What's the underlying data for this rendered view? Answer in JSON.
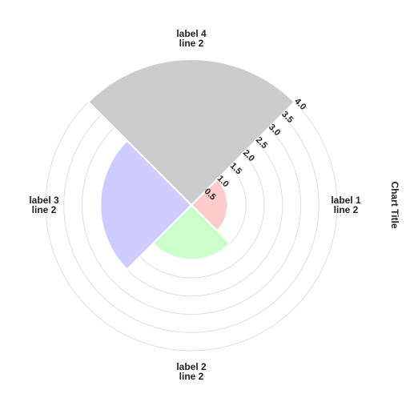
{
  "chart_data": {
    "type": "polar-area",
    "title": "Chart Title",
    "categories": [
      [
        "label 1",
        "line 2"
      ],
      [
        "label 2",
        "line 2"
      ],
      [
        "label 3",
        "line 2"
      ],
      [
        "label 4",
        "line 2"
      ]
    ],
    "values": [
      1,
      1.5,
      2.5,
      4
    ],
    "colors": [
      "#ffcccc",
      "#ccffcc",
      "#ccccff",
      "#cccccc"
    ],
    "rlim": [
      0,
      4
    ],
    "ticks": [
      "0.5",
      "1.0",
      "1.5",
      "2.0",
      "2.5",
      "3.0",
      "3.5",
      "4.0"
    ],
    "grid": true,
    "legend": "none"
  }
}
